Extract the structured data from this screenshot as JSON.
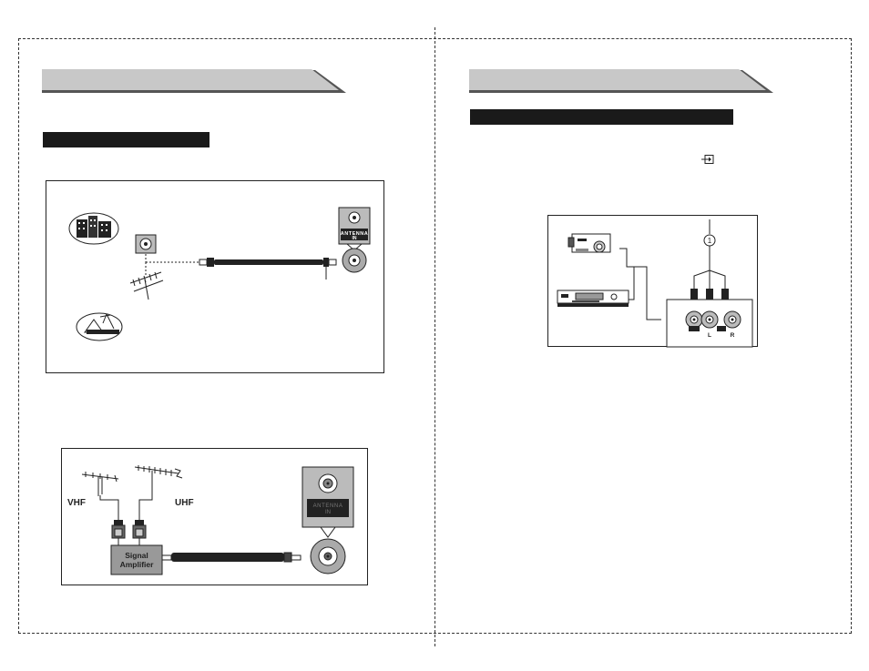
{
  "left_page": {
    "diagram_antenna": {
      "antenna_label": "ANTENNA",
      "in_label": "IN"
    },
    "diagram_amplifier": {
      "vhf_label": "VHF",
      "uhf_label": "UHF",
      "amplifier_line1": "Signal",
      "amplifier_line2": "Amplifier",
      "antenna_label": "ANTENNA",
      "in_label": "IN"
    }
  },
  "right_page": {
    "diagram_av": {
      "callout_number": "1",
      "left_label": "L",
      "right_label": "R"
    }
  }
}
